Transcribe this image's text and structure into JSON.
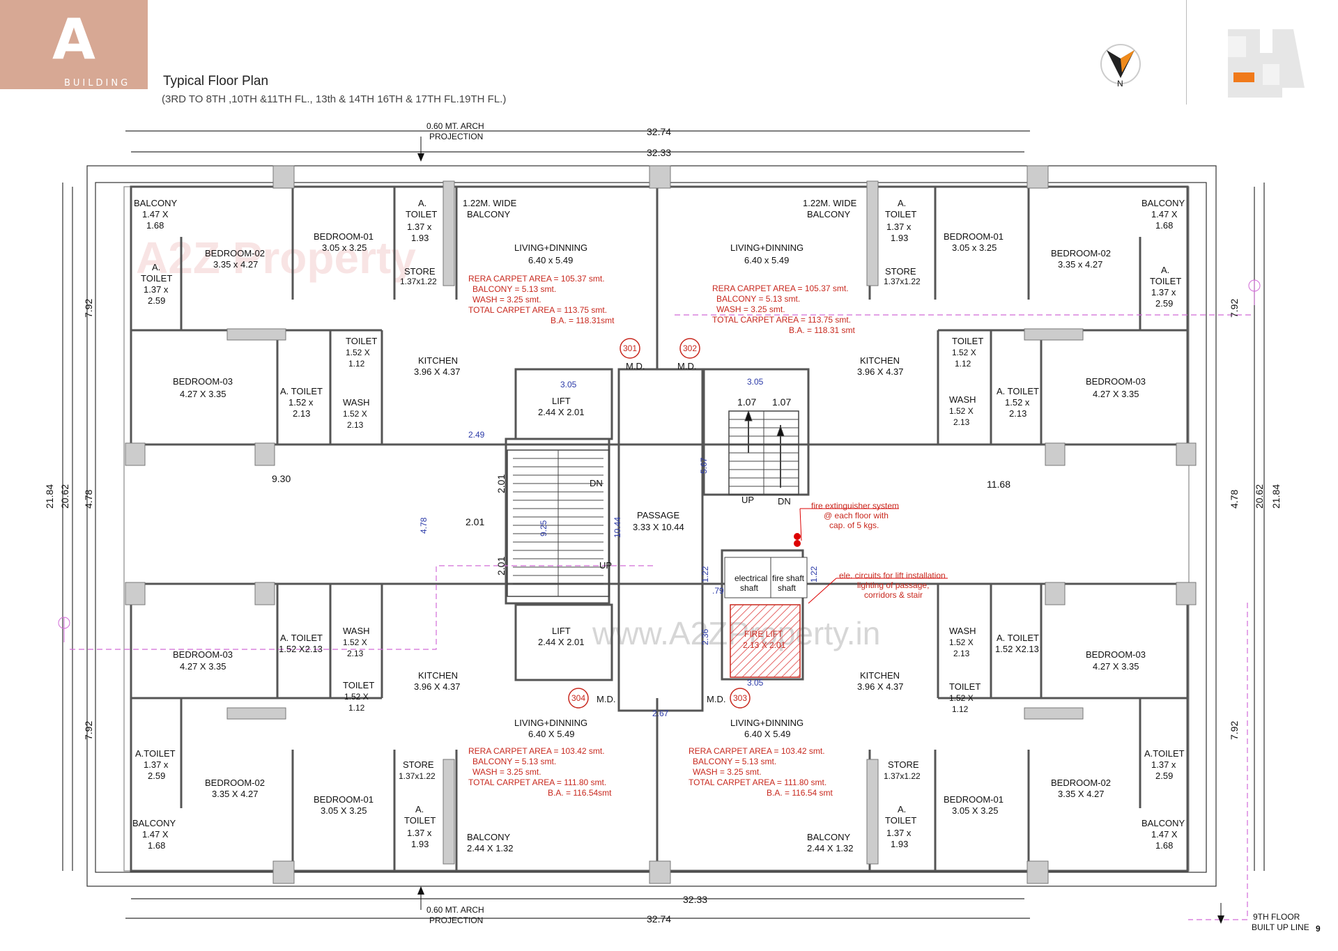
{
  "header": {
    "letter": "A",
    "building": "BUILDING",
    "title": "Typical Floor Plan",
    "floors": "(3RD TO 8TH ,10TH &11TH FL., 13th & 14TH 16TH & 17TH FL.19TH FL.)",
    "page_number": "9",
    "compass_letter": "N"
  },
  "watermarks": {
    "logo": "A2Z Property",
    "url": "www.A2ZProperty.in"
  },
  "colors": {
    "badge": "#d7a894",
    "wall": "#555555",
    "annotation": "#c8281e",
    "dimension_blue": "#2b3aa8",
    "key_plan_highlight": "#f07a1a"
  },
  "notes": {
    "arch_top": [
      "0.60 MT. ARCH",
      "PROJECTION"
    ],
    "arch_bottom": [
      "0.60 MT. ARCH",
      "PROJECTION"
    ],
    "fire": [
      "fire extinguisher system",
      "@ each floor with",
      "cap. of 5 kgs."
    ],
    "electric": [
      "ele. circuits for lift installation",
      "lighting of passage,",
      "corridors & stair"
    ],
    "built_up": [
      "9TH FLOOR",
      "BUILT UP LINE"
    ]
  },
  "dims": {
    "top_outer": "32.74",
    "top_inner": "32.33",
    "bottom_inner": "32.33",
    "bottom_outer": "32.74",
    "left_a": "21.84",
    "left_b": "20.62",
    "left_c": "7.92",
    "left_d": "4.78",
    "left_e": "7.92",
    "right_a": "21.84",
    "right_b": "20.62",
    "right_c": "7.92",
    "right_d": "4.78",
    "right_e": "7.92",
    "mid_left": "9.30",
    "mid_right": "11.68",
    "stair_w": "2.49",
    "stair_a": "2.01",
    "stair_b": "2.01",
    "stair_c": "2.01",
    "lift_w1": "3.05",
    "lift_w2": "3.05",
    "lift_w3": "3.05",
    "v478": "4.78",
    "v925": "9.25",
    "v1044": "10.44",
    "v567": "5.67",
    "v122a": "1.22",
    "v122b": "1.22",
    "v79": ".79",
    "v236": "2.36",
    "w267": "2.67",
    "w107a": "1.07",
    "w107b": "1.07"
  },
  "core": {
    "lift1": [
      "LIFT",
      "2.44 X 2.01"
    ],
    "lift2": [
      "LIFT",
      "2.44 X 2.01"
    ],
    "passage": [
      "PASSAGE",
      "3.33 X 10.44"
    ],
    "fire_lift": [
      "FIRE LIFT",
      "2.13 X 2.01"
    ],
    "electrical": [
      "electrical",
      "shaft"
    ],
    "fire_shaft": [
      "fire shaft",
      "shaft"
    ],
    "dn1": "DN",
    "up1": "UP",
    "up2": "UP",
    "dn2": "DN"
  },
  "units": [
    {
      "no": "301",
      "rooms": [
        [
          "BALCONY",
          "1.47 X",
          "1.68"
        ],
        [
          "A.",
          "TOILET",
          "1.37 x",
          "2.59"
        ],
        [
          "BEDROOM-02",
          "3.35 x 4.27"
        ],
        [
          "BEDROOM-01",
          "3.05 x 3.25"
        ],
        [
          "A.",
          "TOILET",
          "1.37 x",
          "1.93"
        ],
        [
          "STORE",
          "1.37x1.22"
        ],
        [
          "1.22M. WIDE",
          "BALCONY"
        ],
        [
          "LIVING+DINNING",
          "6.40 x 5.49"
        ],
        [
          "BEDROOM-03",
          "4.27 X 3.35"
        ],
        [
          "A. TOILET",
          "1.52 x",
          "2.13"
        ],
        [
          "TOILET",
          "1.52 X",
          "1.12"
        ],
        [
          "WASH",
          "1.52 X",
          "2.13"
        ],
        [
          "KITCHEN",
          "3.96 X 4.37"
        ]
      ],
      "area": [
        "RERA CARPET AREA  =  105.37 smt.",
        "BALCONY             =    5.13 smt.",
        "WASH                  =    3.25 smt.",
        "TOTAL CARPET AREA  = 113.75 smt.",
        "B.A. = 118.31smt"
      ],
      "md": "M.D."
    },
    {
      "no": "302",
      "rooms": [
        [
          "BALCONY",
          "1.47 X",
          "1.68"
        ],
        [
          "A.",
          "TOILET",
          "1.37 x",
          "2.59"
        ],
        [
          "BEDROOM-02",
          "3.35 x 4.27"
        ],
        [
          "BEDROOM-01",
          "3.05 x 3.25"
        ],
        [
          "A.",
          "TOILET",
          "1.37 x",
          "1.93"
        ],
        [
          "STORE",
          "1.37x1.22"
        ],
        [
          "1.22M. WIDE",
          "BALCONY"
        ],
        [
          "LIVING+DINNING",
          "6.40 x 5.49"
        ],
        [
          "BEDROOM-03",
          "4.27 X 3.35"
        ],
        [
          "A. TOILET",
          "1.52 x",
          "2.13"
        ],
        [
          "TOILET",
          "1.52 X",
          "1.12"
        ],
        [
          "WASH",
          "1.52 X",
          "2.13"
        ],
        [
          "KITCHEN",
          "3.96 X 4.37"
        ]
      ],
      "area": [
        "RERA CARPET AREA  =  105.37 smt.",
        "BALCONY             =    5.13 smt.",
        "WASH                  =    3.25 smt.",
        "TOTAL CARPET AREA  = 113.75 smt.",
        "B.A. = 118.31 smt"
      ],
      "md": "M.D."
    },
    {
      "no": "304",
      "rooms": [
        [
          "BALCONY",
          "1.47 X",
          "1.68"
        ],
        [
          "A.TOILET",
          "1.37 x",
          "2.59"
        ],
        [
          "BEDROOM-02",
          "3.35 X 4.27"
        ],
        [
          "BEDROOM-01",
          "3.05 X 3.25"
        ],
        [
          "A.",
          "TOILET",
          "1.37 x",
          "1.93"
        ],
        [
          "STORE",
          "1.37x1.22"
        ],
        [
          "BALCONY",
          "2.44 X 1.32"
        ],
        [
          "LIVING+DINNING",
          "6.40 X 5.49"
        ],
        [
          "BEDROOM-03",
          "4.27 X 3.35"
        ],
        [
          "A. TOILET",
          "1.52 X2.13"
        ],
        [
          "TOILET",
          "1.52 X",
          "1.12"
        ],
        [
          "WASH",
          "1.52 X",
          "2.13"
        ],
        [
          "KITCHEN",
          "3.96 X 4.37"
        ]
      ],
      "area": [
        "RERA CARPET AREA  =  103.42 smt.",
        "BALCONY             =    5.13 smt.",
        "WASH                  =    3.25 smt.",
        "TOTAL CARPET AREA  = 111.80 smt.",
        "B.A. = 116.54smt"
      ],
      "md": "M.D."
    },
    {
      "no": "303",
      "rooms": [
        [
          "BALCONY",
          "1.47 X",
          "1.68"
        ],
        [
          "A.TOILET",
          "1.37 x",
          "2.59"
        ],
        [
          "BEDROOM-02",
          "3.35 X 4.27"
        ],
        [
          "BEDROOM-01",
          "3.05 X 3.25"
        ],
        [
          "A.",
          "TOILET",
          "1.37 x",
          "1.93"
        ],
        [
          "STORE",
          "1.37x1.22"
        ],
        [
          "BALCONY",
          "2.44 X 1.32"
        ],
        [
          "LIVING+DINNING",
          "6.40 X 5.49"
        ],
        [
          "BEDROOM-03",
          "4.27 X 3.35"
        ],
        [
          "A. TOILET",
          "1.52 X2.13"
        ],
        [
          "TOILET",
          "1.52 X",
          "1.12"
        ],
        [
          "WASH",
          "1.52 X",
          "2.13"
        ],
        [
          "KITCHEN",
          "3.96 X 4.37"
        ]
      ],
      "area": [
        "RERA CARPET AREA  =  103.42 smt.",
        "BALCONY             =    5.13 smt.",
        "WASH                  =    3.25 smt.",
        "TOTAL CARPET AREA  = 111.80 smt.",
        "B.A. = 116.54 smt"
      ],
      "md": "M.D."
    }
  ]
}
